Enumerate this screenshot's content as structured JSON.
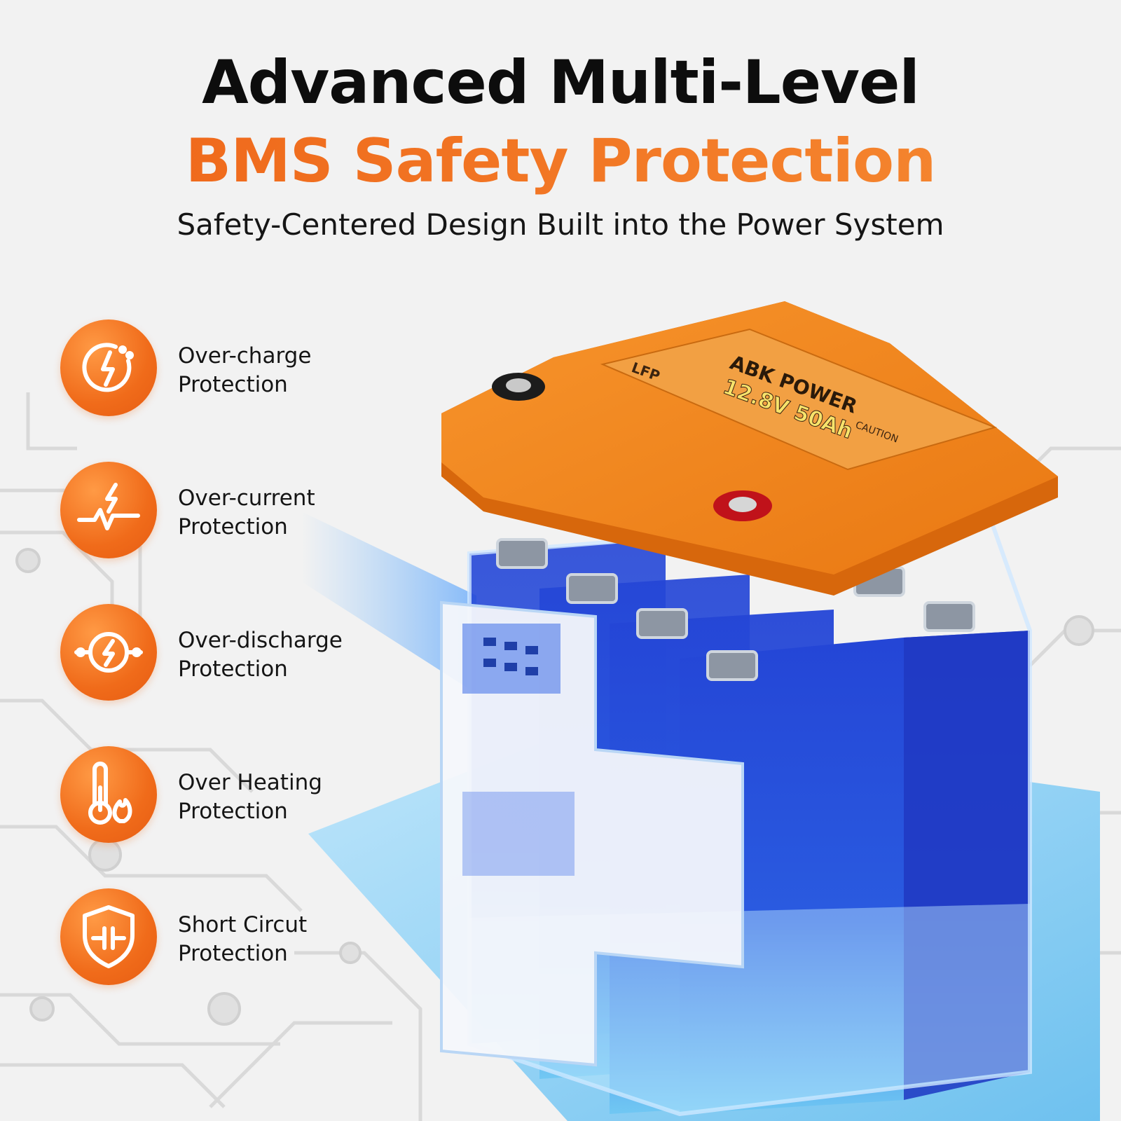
{
  "header": {
    "title_line1": "Advanced Multi-Level",
    "title_line2": "BMS Safety Protection",
    "subtitle": "Safety-Centered Design Built into the Power System"
  },
  "colors": {
    "accent_orange": "#F26B1D",
    "title_black": "#0D0D0D",
    "cell_blue": "#1F3FD0",
    "background": "#F2F2F2"
  },
  "features": [
    {
      "icon": "overcharge-bolt-cycle-icon",
      "line1": "Over-charge",
      "line2": "Protection"
    },
    {
      "icon": "overcurrent-pulse-bolt-icon",
      "line1": "Over-current",
      "line2": "Protection"
    },
    {
      "icon": "overdischarge-bolt-circle-icon",
      "line1": "Over-discharge",
      "line2": "Protection"
    },
    {
      "icon": "thermometer-flame-icon",
      "line1": "Over Heating",
      "line2": "Protection"
    },
    {
      "icon": "shield-circuit-icon",
      "line1": "Short Circut",
      "line2": "Protection"
    }
  ],
  "battery": {
    "brand": "ABK POWER",
    "rating": "12.8V 50Ah",
    "chemistry_badge": "LFP",
    "label_heading": "CAUTION"
  }
}
